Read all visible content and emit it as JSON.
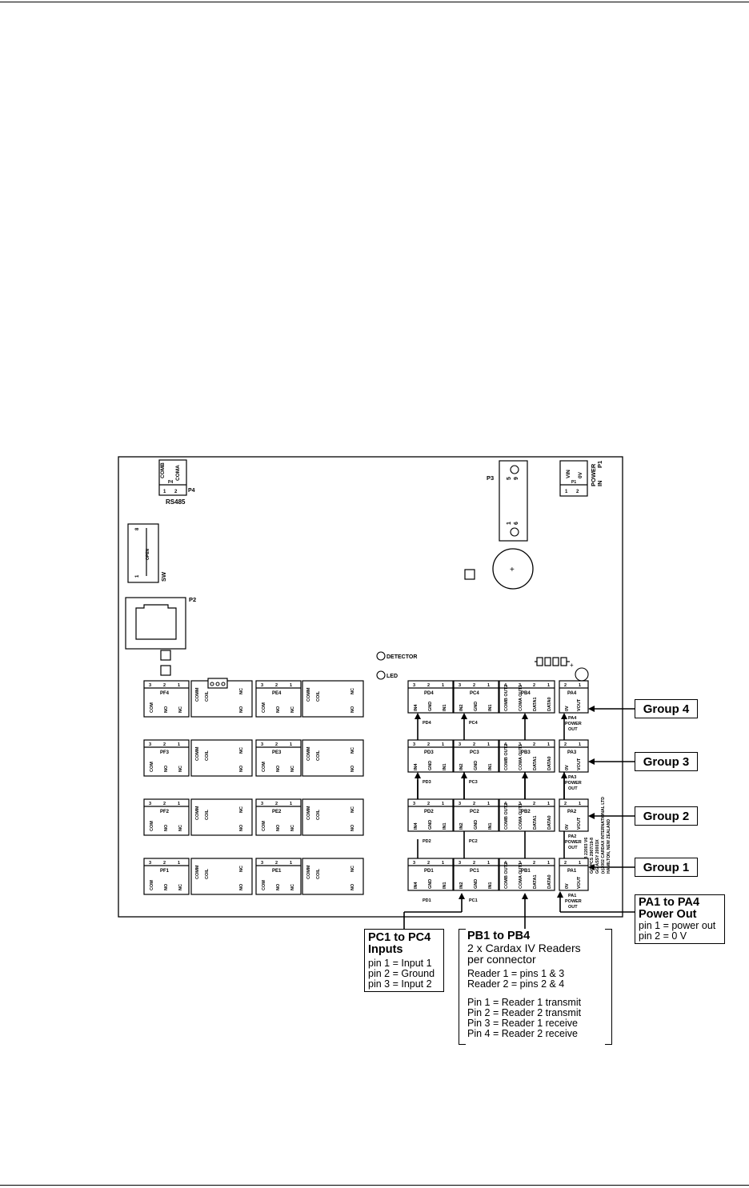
{
  "board": {
    "p4": {
      "top_labels": [
        "COMB",
        "COMA"
      ],
      "ref": "P4",
      "pins": [
        "1",
        "2"
      ],
      "side_ref": "P4",
      "caption": "RS485"
    },
    "p3": {
      "ref": "P3",
      "pin_top": [
        "5",
        "9"
      ],
      "pin_bottom": [
        "1",
        "6"
      ],
      "battery_sign": "+"
    },
    "p1": {
      "labels": [
        "VIN",
        "0V"
      ],
      "ref": "P1",
      "pins": [
        "1",
        "2"
      ],
      "caption": [
        "POWER",
        "IN",
        "P1"
      ]
    },
    "sw": {
      "pin_left": "1",
      "pin_right": "8",
      "switch_text": "OPEN",
      "ref": "SW"
    },
    "p2": {
      "ref": "P2"
    },
    "detector_label": "DETECTOR",
    "led_label": "LED",
    "cap_sign": "+",
    "board_credit": [
      "CIO PCB 22003 V6",
      "GG PCS 2907/19-8",
      "GG ASSY 20003X",
      "(c)2002 CARDAX INTERNATIONAL LTD",
      "HAMILTON, NEW ZEALAND"
    ],
    "relay_rows": [
      {
        "terminal": "PF4",
        "relay_a": "PE4"
      },
      {
        "terminal": "PF3",
        "relay_a": "PE3"
      },
      {
        "terminal": "PF2",
        "relay_a": "PE2"
      },
      {
        "terminal": "PF1",
        "relay_a": "PE1"
      }
    ],
    "relay_pin_labels": [
      "COM",
      "NO",
      "NC"
    ],
    "relay_pin_numbers": [
      "3",
      "2",
      "1"
    ],
    "coil_labels": [
      "COMM",
      "COIL",
      "NC",
      "NO"
    ],
    "pd_rows": [
      "PD4",
      "PD3",
      "PD2",
      "PD1"
    ],
    "pc_rows": [
      "PC4",
      "PC3",
      "PC2",
      "PC1"
    ],
    "pb_rows": [
      "PB4",
      "PB3",
      "PB2",
      "PB1"
    ],
    "pa_rows": [
      "PA4",
      "PA3",
      "PA2",
      "PA1"
    ],
    "pd_labels": [
      "IN4",
      "GND",
      "IN1"
    ],
    "pc_labels": [
      "IN2",
      "GND",
      "IN1"
    ],
    "pb_labels": [
      "COMB OUT2",
      "COMA OUT1",
      "DATA1",
      "DATA0"
    ],
    "pa_labels": [
      "0V",
      "VOUT"
    ],
    "pin3": [
      "3",
      "2",
      "1"
    ],
    "pin4": [
      "4",
      "3",
      "2",
      "1"
    ],
    "pin2": [
      "2",
      "1"
    ],
    "pa_caption": [
      "POWER",
      "OUT"
    ]
  },
  "groups": [
    "Group 4",
    "Group 3",
    "Group 2",
    "Group 1"
  ],
  "pa_note": {
    "title": [
      "PA1 to PA4",
      "Power Out"
    ],
    "lines": [
      "pin 1 = power out",
      "pin 2 = 0 V"
    ]
  },
  "pc_note": {
    "title": [
      "PC1 to PC4",
      "Inputs"
    ],
    "lines": [
      "pin 1 = Input 1",
      "pin 2 = Ground",
      "pin 3 = Input 2"
    ]
  },
  "pb_note": {
    "title": "PB1 to PB4",
    "subtitle": [
      "2 x Cardax IV Readers",
      "per connector"
    ],
    "readers": [
      "Reader 1 = pins 1 & 3",
      "Reader 2 = pins 2 & 4"
    ],
    "pins": [
      "Pin 1 = Reader 1 transmit",
      "Pin 2 = Reader 2 transmit",
      "Pin 3 = Reader 1 receive",
      "Pin 4 = Reader 2 receive"
    ]
  }
}
